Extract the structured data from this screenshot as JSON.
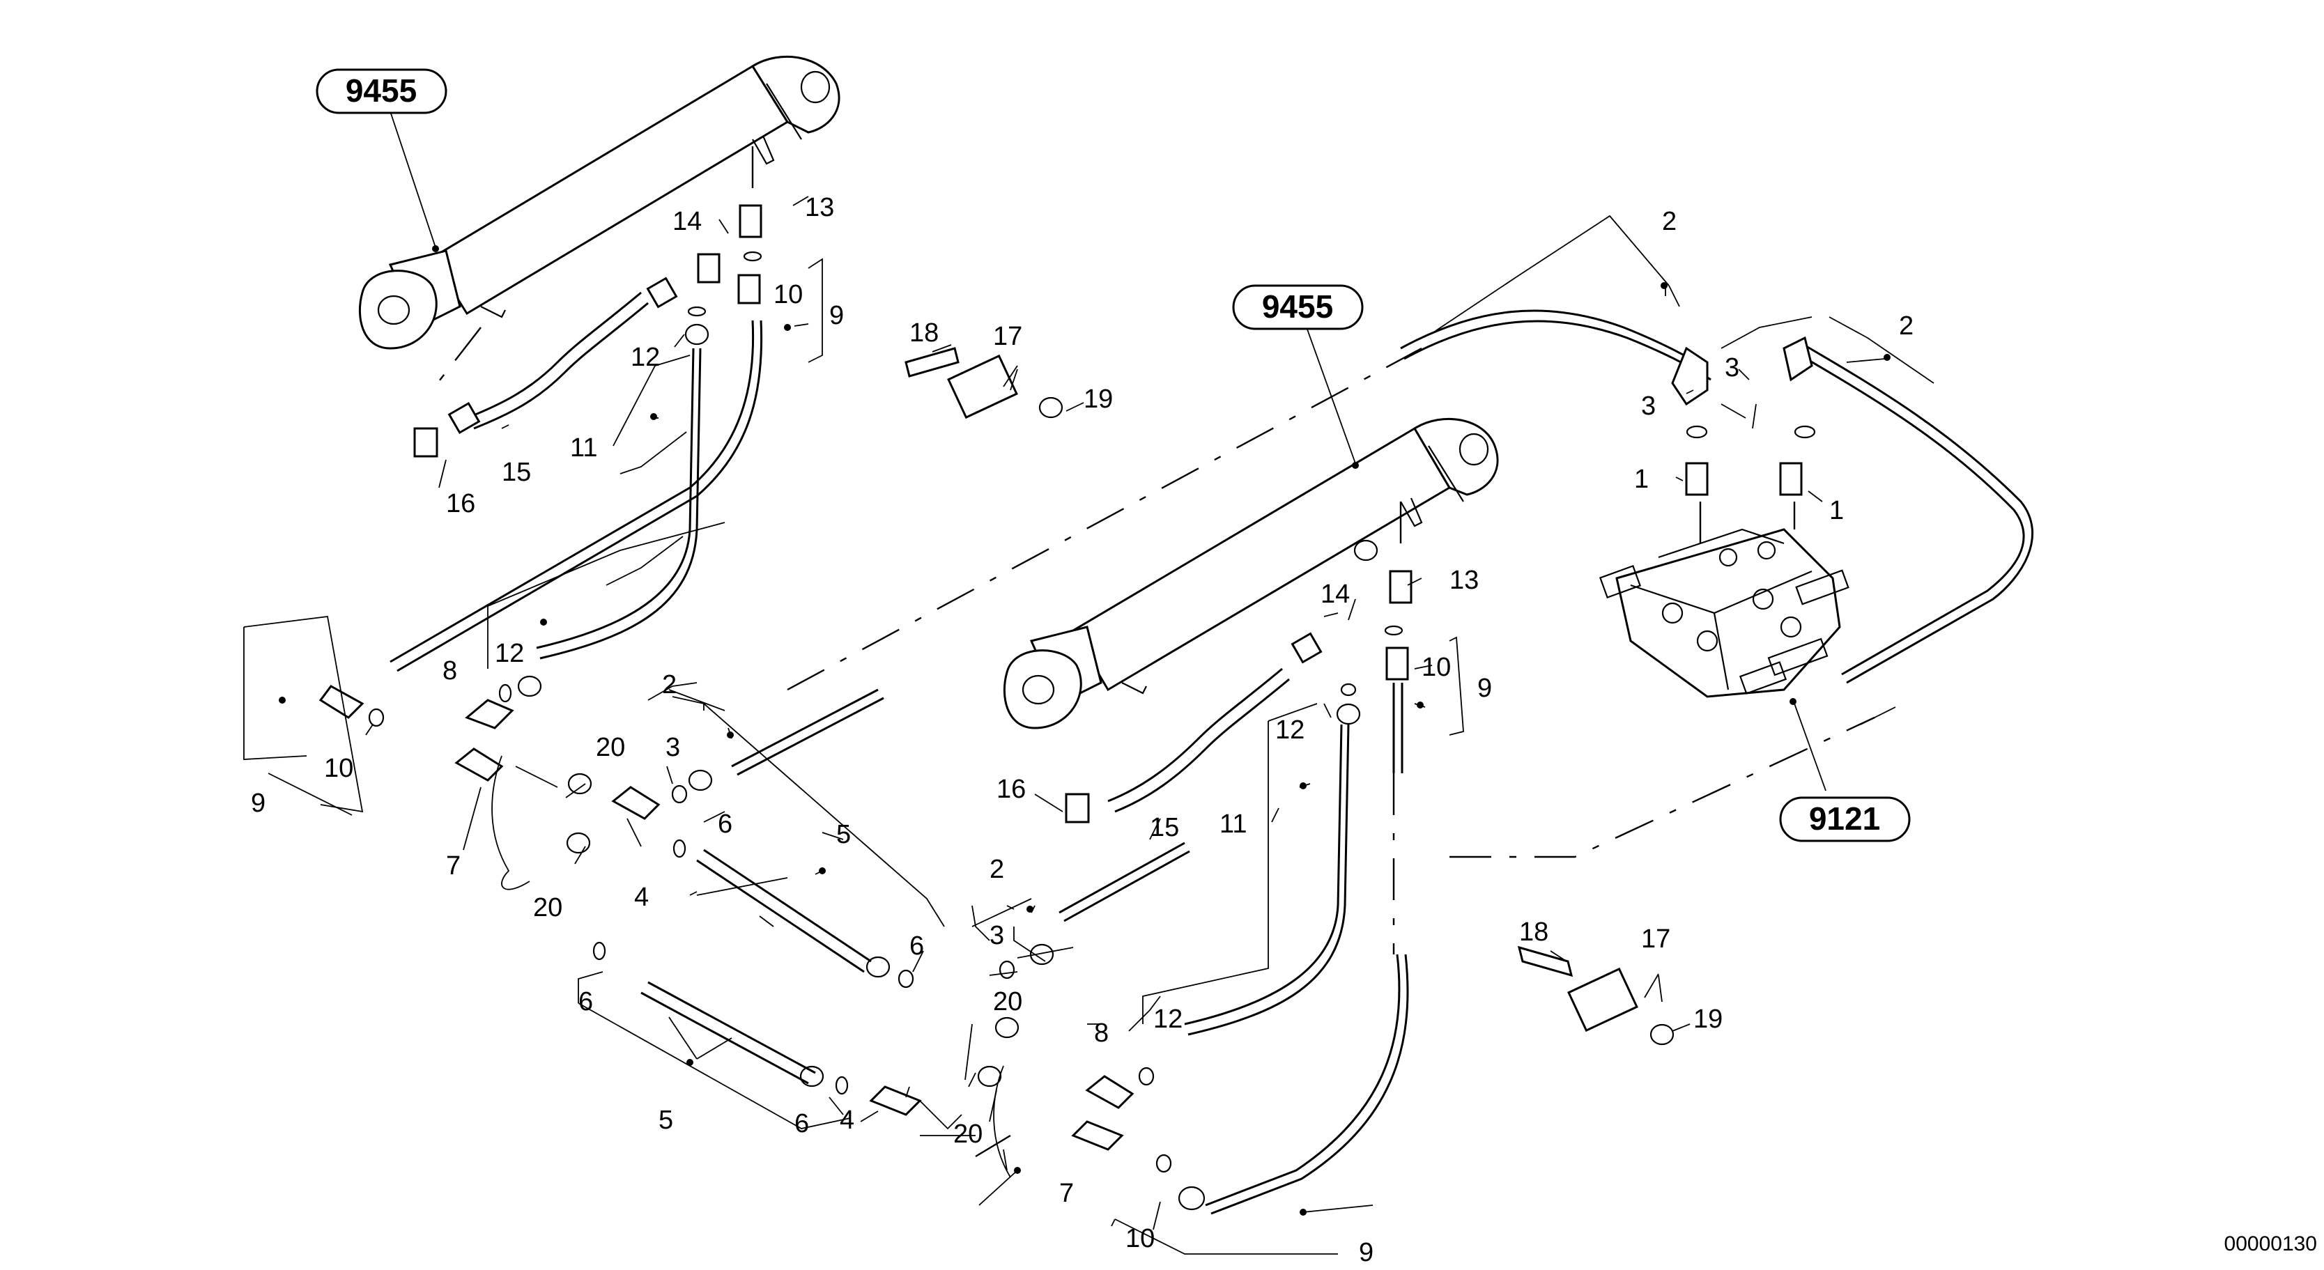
{
  "groups": [
    {
      "id": "g1",
      "label": "9455"
    },
    {
      "id": "g2",
      "label": "9455"
    },
    {
      "id": "g3",
      "label": "9121"
    }
  ],
  "callouts": [
    {
      "id": "c1",
      "label": "1"
    },
    {
      "id": "c2",
      "label": "1"
    },
    {
      "id": "c3",
      "label": "2"
    },
    {
      "id": "c4",
      "label": "2"
    },
    {
      "id": "c5",
      "label": "2"
    },
    {
      "id": "c6",
      "label": "2"
    },
    {
      "id": "c7",
      "label": "3"
    },
    {
      "id": "c8",
      "label": "3"
    },
    {
      "id": "c9",
      "label": "3"
    },
    {
      "id": "c10",
      "label": "3"
    },
    {
      "id": "c11",
      "label": "4"
    },
    {
      "id": "c12",
      "label": "4"
    },
    {
      "id": "c13",
      "label": "5"
    },
    {
      "id": "c14",
      "label": "5"
    },
    {
      "id": "c15",
      "label": "6"
    },
    {
      "id": "c16",
      "label": "6"
    },
    {
      "id": "c17",
      "label": "6"
    },
    {
      "id": "c18",
      "label": "6"
    },
    {
      "id": "c19",
      "label": "7"
    },
    {
      "id": "c20",
      "label": "7"
    },
    {
      "id": "c21",
      "label": "8"
    },
    {
      "id": "c22",
      "label": "8"
    },
    {
      "id": "c23",
      "label": "9"
    },
    {
      "id": "c24",
      "label": "9"
    },
    {
      "id": "c25",
      "label": "9"
    },
    {
      "id": "c26",
      "label": "9"
    },
    {
      "id": "c27",
      "label": "10"
    },
    {
      "id": "c28",
      "label": "10"
    },
    {
      "id": "c29",
      "label": "10"
    },
    {
      "id": "c30",
      "label": "10"
    },
    {
      "id": "c31",
      "label": "11"
    },
    {
      "id": "c32",
      "label": "11"
    },
    {
      "id": "c33",
      "label": "12"
    },
    {
      "id": "c34",
      "label": "12"
    },
    {
      "id": "c35",
      "label": "12"
    },
    {
      "id": "c36",
      "label": "12"
    },
    {
      "id": "c37",
      "label": "13"
    },
    {
      "id": "c38",
      "label": "13"
    },
    {
      "id": "c39",
      "label": "14"
    },
    {
      "id": "c40",
      "label": "14"
    },
    {
      "id": "c41",
      "label": "15"
    },
    {
      "id": "c42",
      "label": "15"
    },
    {
      "id": "c43",
      "label": "16"
    },
    {
      "id": "c44",
      "label": "16"
    },
    {
      "id": "c45",
      "label": "17"
    },
    {
      "id": "c46",
      "label": "17"
    },
    {
      "id": "c47",
      "label": "18"
    },
    {
      "id": "c48",
      "label": "18"
    },
    {
      "id": "c49",
      "label": "19"
    },
    {
      "id": "c50",
      "label": "19"
    },
    {
      "id": "c51",
      "label": "20"
    },
    {
      "id": "c52",
      "label": "20"
    },
    {
      "id": "c53",
      "label": "20"
    },
    {
      "id": "c54",
      "label": "20"
    }
  ],
  "drawing_code": "00000130"
}
